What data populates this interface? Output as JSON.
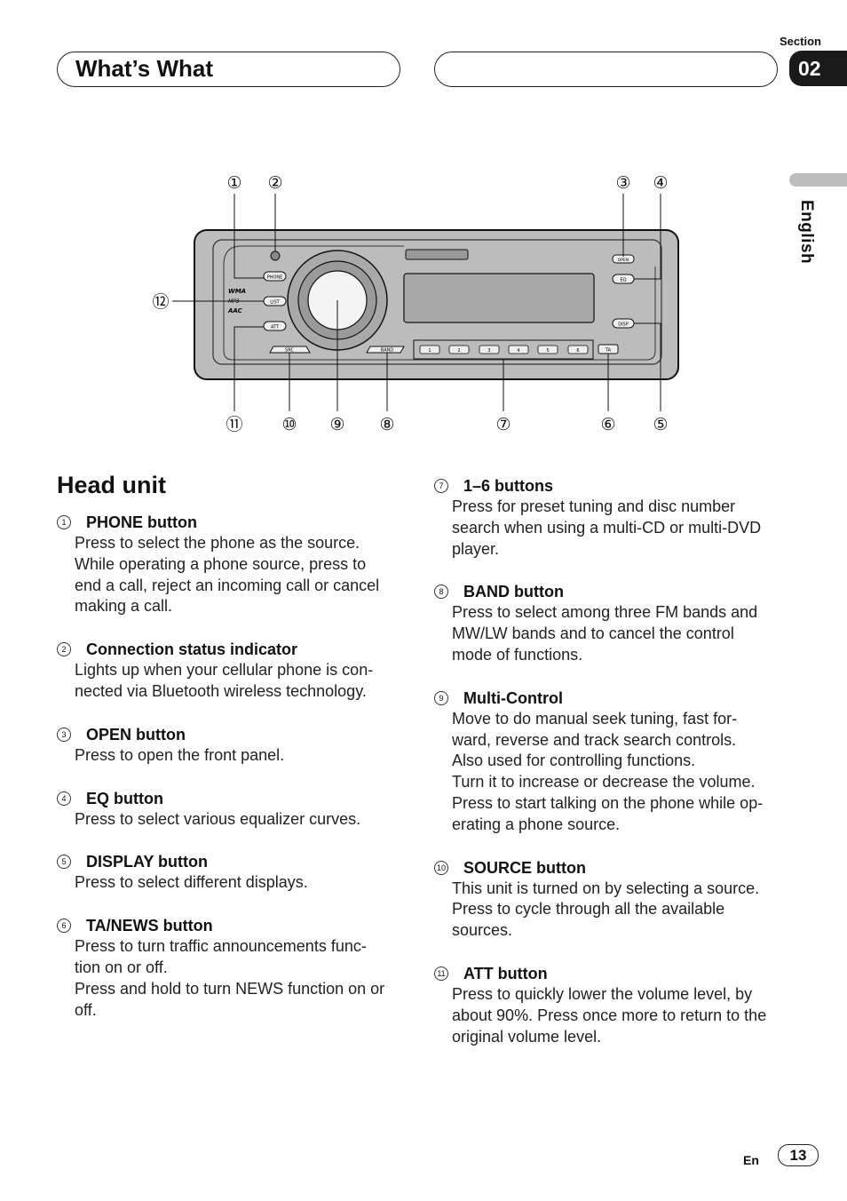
{
  "header": {
    "title": "What’s What",
    "section_label": "Section",
    "section_number": "02",
    "language": "English"
  },
  "diagram": {
    "callouts": [
      "①",
      "②",
      "③",
      "④",
      "⑤",
      "⑥",
      "⑦",
      "⑧",
      "⑨",
      "⑩",
      "⑪",
      "⑫"
    ],
    "panel_labels": {
      "phone": "PHONE",
      "list": "LIST",
      "att": "ATT",
      "src": "SRC",
      "band": "BAND",
      "open": "OPEN",
      "eq": "EQ",
      "disp": "DISP",
      "ta": "TA",
      "presets": [
        "1",
        "2",
        "3",
        "4",
        "5",
        "6"
      ],
      "wma": "WMA",
      "mp3": "MP3",
      "aac": "AAC"
    }
  },
  "main": {
    "heading": "Head unit",
    "left_items": [
      {
        "num": "1",
        "title": "PHONE button",
        "lines": [
          "Press to select the phone as the source.",
          "While operating a phone source, press to",
          "end a call, reject an incoming call or cancel",
          "making a call."
        ]
      },
      {
        "num": "2",
        "title": "Connection status indicator",
        "lines": [
          "Lights up when your cellular phone is con-",
          "nected via Bluetooth wireless technology."
        ]
      },
      {
        "num": "3",
        "title": "OPEN button",
        "lines": [
          "Press to open the front panel."
        ]
      },
      {
        "num": "4",
        "title": "EQ button",
        "lines": [
          "Press to select various equalizer curves."
        ]
      },
      {
        "num": "5",
        "title": "DISPLAY button",
        "lines": [
          "Press to select different displays."
        ]
      },
      {
        "num": "6",
        "title": "TA/NEWS button",
        "lines": [
          "Press to turn traffic announcements func-",
          "tion on or off.",
          "Press and hold to turn NEWS function on or",
          "off."
        ]
      }
    ],
    "right_items": [
      {
        "num": "7",
        "title": "1–6 buttons",
        "lines": [
          "Press for preset tuning and disc number",
          "search when using a multi-CD or multi-DVD",
          "player."
        ]
      },
      {
        "num": "8",
        "title": "BAND button",
        "lines": [
          "Press to select among three FM bands and",
          "MW/LW bands and to cancel the control",
          "mode of functions."
        ]
      },
      {
        "num": "9",
        "title": "Multi-Control",
        "lines": [
          "Move to do manual seek tuning, fast for-",
          "ward, reverse and track search controls.",
          "Also used for controlling functions.",
          "Turn it to increase or decrease the volume.",
          "Press to start talking on the phone while op-",
          "erating a phone source."
        ]
      },
      {
        "num": "10",
        "title": "SOURCE button",
        "lines": [
          "This unit is turned on by selecting a source.",
          "Press to cycle through all the available",
          "sources."
        ]
      },
      {
        "num": "11",
        "title": "ATT button",
        "lines": [
          "Press to quickly lower the volume level, by",
          "about 90%. Press once more to return to the",
          "original volume level."
        ]
      }
    ]
  },
  "footer": {
    "lang": "En",
    "page": "13"
  }
}
